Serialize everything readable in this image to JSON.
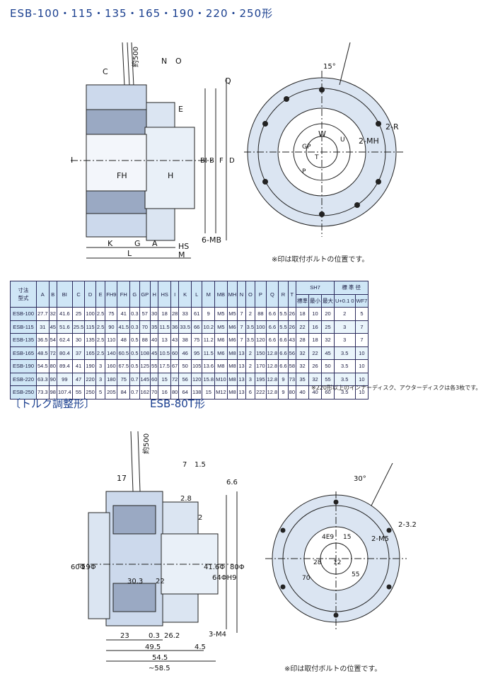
{
  "header": {
    "title": "ESB-100・115・135・165・190・220・250形"
  },
  "top_drawing": {
    "labels": {
      "c": "C",
      "wire": "約500",
      "n": "N",
      "o": "O",
      "q": "Q",
      "e": "E",
      "i": "I",
      "fh": "FH",
      "h": "H",
      "bi": "BI",
      "b": "B",
      "f": "F",
      "d": "D",
      "k": "K",
      "g": "G",
      "a": "A",
      "hs": "HS",
      "mb": "6-MB",
      "l": "L",
      "m": "M"
    },
    "front": {
      "angle": "15°",
      "r": "2-R",
      "w": "W",
      "u": "U",
      "t": "T",
      "mh": "2-MH",
      "gp": "GP",
      "p": "P"
    },
    "note": "※印は取付ボルトの位置です。"
  },
  "table": {
    "corner_top": "寸法",
    "corner_bottom": "型式",
    "headers": [
      "A",
      "B",
      "BI",
      "C",
      "D",
      "E",
      "FH9",
      "FH",
      "G",
      "GP",
      "H",
      "HS",
      "I",
      "K",
      "L",
      "M",
      "MB",
      "MH",
      "N",
      "O",
      "P",
      "Q",
      "R",
      "T"
    ],
    "sh7": "SH7",
    "sh7_sub": [
      "標準",
      "最小",
      "最大"
    ],
    "keyway": "標 準 径",
    "keyway_sub": [
      "U+0.1 0",
      "WF7"
    ],
    "rows": [
      [
        "ESB-100",
        "27.7",
        "32",
        "41.6",
        "25",
        "100",
        "2.5",
        "75",
        "41",
        "0.3",
        "57",
        "30",
        "18",
        "28",
        "33",
        "61",
        "9",
        "M5",
        "M5",
        "7",
        "2",
        "88",
        "6.6",
        "5.5",
        "26",
        "18",
        "10",
        "20",
        "2",
        "5"
      ],
      [
        "ESB-115",
        "31",
        "45",
        "51.6",
        "25.5",
        "115",
        "2.5",
        "90",
        "41.5",
        "0.3",
        "70",
        "35",
        "11.5",
        "36",
        "33.5",
        "66",
        "10.2",
        "M5",
        "M6",
        "7",
        "3.5",
        "100",
        "6.6",
        "5.5",
        "26",
        "22",
        "16",
        "25",
        "3",
        "7"
      ],
      [
        "ESB-135",
        "36.5",
        "54",
        "62.4",
        "30",
        "135",
        "2.5",
        "110",
        "48",
        "0.5",
        "88",
        "40",
        "13",
        "43",
        "38",
        "75",
        "11.2",
        "M6",
        "M6",
        "7",
        "3.5",
        "120",
        "6.6",
        "6.6",
        "43",
        "28",
        "18",
        "32",
        "3",
        "7"
      ],
      [
        "ESB-165",
        "48.5",
        "72",
        "80.4",
        "37",
        "165",
        "2.5",
        "140",
        "60.5",
        "0.5",
        "108",
        "45",
        "10.5",
        "60",
        "46",
        "95",
        "11.5",
        "M6",
        "M8",
        "13",
        "2",
        "150",
        "12.8",
        "6.6",
        "56",
        "32",
        "22",
        "45",
        "3.5",
        "10"
      ],
      [
        "ESB-190",
        "54.5",
        "80",
        "89.4",
        "41",
        "190",
        "3",
        "160",
        "67.5",
        "0.5",
        "125",
        "55",
        "17.5",
        "67",
        "50",
        "105",
        "13.6",
        "M8",
        "M8",
        "13",
        "2",
        "170",
        "12.8",
        "6.6",
        "58",
        "32",
        "26",
        "50",
        "3.5",
        "10"
      ],
      [
        "ESB-220",
        "63.3",
        "90",
        "99",
        "47",
        "220",
        "3",
        "180",
        "75",
        "0.7",
        "145",
        "60",
        "15",
        "72",
        "56",
        "120",
        "15.8",
        "M10",
        "M8",
        "13",
        "3",
        "195",
        "12.8",
        "9",
        "73",
        "35",
        "32",
        "55",
        "3.5",
        "10"
      ],
      [
        "ESB-250",
        "73.3",
        "98",
        "107.4",
        "55",
        "250",
        "5",
        "205",
        "84",
        "0.7",
        "162",
        "70",
        "16",
        "80",
        "64",
        "138",
        "15",
        "M12",
        "M8",
        "13",
        "6",
        "222",
        "12.8",
        "9",
        "80",
        "40",
        "40",
        "60",
        "3.5",
        "10"
      ]
    ],
    "footnote": "※220形以上のインナーディスク、アウターディスクは各3枚です。"
  },
  "section2": {
    "title": "〔トルク調整形〕",
    "model": "ESB-80T形"
  },
  "bottom_drawing": {
    "labels": {
      "wire": "約500",
      "d17": "17",
      "d7": "7",
      "d15": "1.5",
      "d66": "6.6",
      "d60": "60Φ",
      "d19": "19Φ",
      "d416": "41.6Φ",
      "d64": "64ΦH9",
      "d80": "80Φ",
      "d303": "30.3",
      "d22": "22",
      "d2": "2",
      "d28": "2.8",
      "d23": "23",
      "d03": "0.3",
      "d262": "26.2",
      "d495": "49.5",
      "d45": "4.5",
      "d545": "54.5",
      "d585": "~58.5",
      "m4": "3-M4"
    },
    "front": {
      "angle": "30°",
      "r32": "2-3.2",
      "m5": "2-M5",
      "e9": "4E9",
      "d15": "15",
      "d28": "28",
      "d12": "12",
      "d70": "70",
      "d55": "55"
    },
    "note": "※印は取付ボルトの位置です。"
  }
}
